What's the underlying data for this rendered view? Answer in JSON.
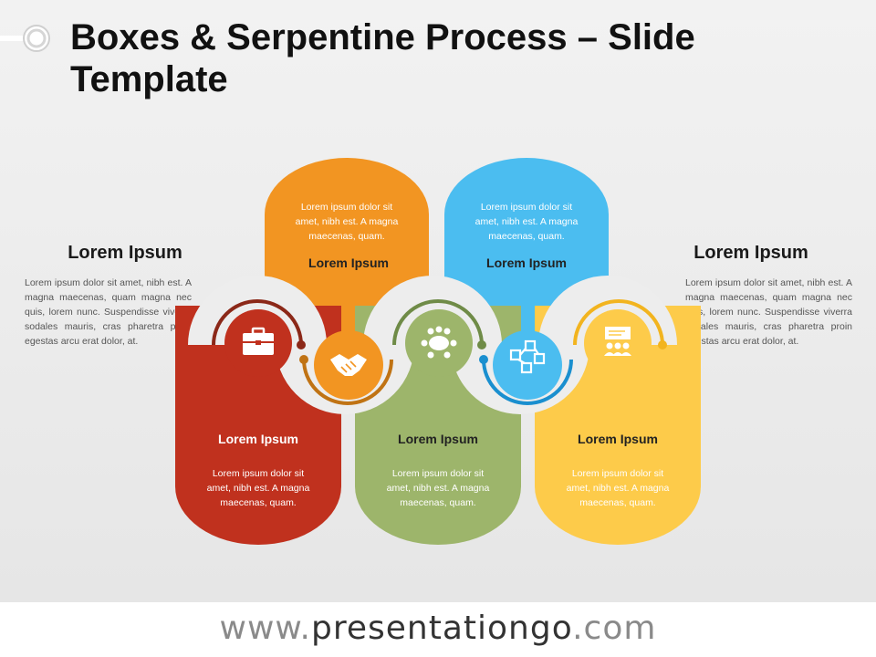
{
  "title": "Boxes & Serpentine Process – Slide Template",
  "left_panel": {
    "heading": "Lorem Ipsum",
    "body": "Lorem ipsum dolor sit amet, nibh est. A magna maecenas, quam magna nec quis, lorem nunc. Suspendisse viverra sodales mauris, cras pharetra proin egestas arcu erat dolor, at."
  },
  "right_panel": {
    "heading": "Lorem Ipsum",
    "body": "Lorem ipsum dolor sit amet, nibh est. A magna maecenas, quam magna nec quis, lorem nunc. Suspendisse viverra sodales mauris, cras pharetra proin egestas arcu erat dolor, at."
  },
  "steps": [
    {
      "heading": "Lorem Ipsum",
      "text": [
        "Lorem ipsum dolor sit",
        "amet, nibh est. A magna",
        "maecenas, quam."
      ],
      "color": "#c0311e",
      "icon": "briefcase-icon"
    },
    {
      "heading": "Lorem Ipsum",
      "text": [
        "Lorem ipsum dolor sit",
        "amet, nibh est. A magna",
        "maecenas, quam."
      ],
      "color": "#f29522",
      "icon": "handshake-icon"
    },
    {
      "heading": "Lorem Ipsum",
      "text": [
        "Lorem ipsum dolor sit",
        "amet, nibh est. A magna",
        "maecenas, quam."
      ],
      "color": "#9db56b",
      "icon": "meeting-table-icon"
    },
    {
      "heading": "Lorem Ipsum",
      "text": [
        "Lorem ipsum dolor sit",
        "amet, nibh est. A magna",
        "maecenas, quam."
      ],
      "color": "#4bbdf0",
      "icon": "network-boxes-icon"
    },
    {
      "heading": "Lorem Ipsum",
      "text": [
        "Lorem ipsum dolor sit",
        "amet, nibh est. A magna",
        "maecenas, quam."
      ],
      "color": "#fdcb4a",
      "icon": "presentation-audience-icon"
    }
  ],
  "connector_colors": [
    "#8b2818",
    "#c07314",
    "#6f8b47",
    "#1a8fcf",
    "#f2b41f"
  ],
  "footer": {
    "prefix": "www.",
    "brand": "presentationgo",
    "suffix": ".com"
  }
}
